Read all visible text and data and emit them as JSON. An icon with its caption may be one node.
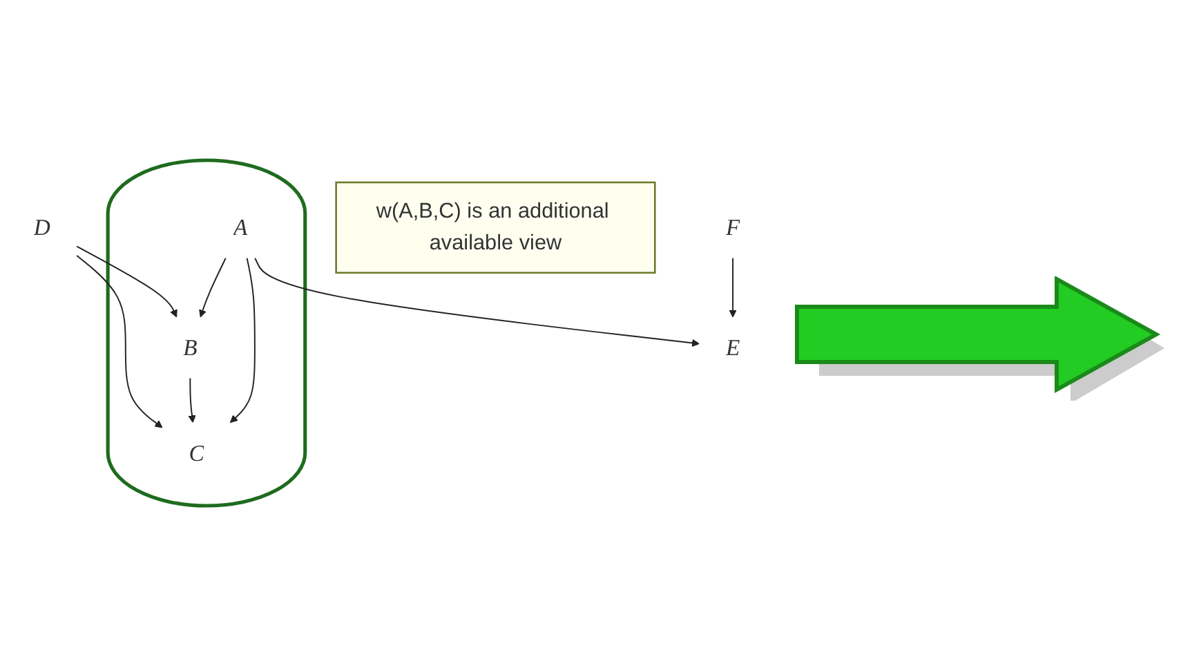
{
  "diagram": {
    "nodes": [
      {
        "text": [
          "E"
        ]
      },
      {
        "text": [
          "F"
        ]
      },
      {
        "text": [],
        "shape": "ellipse"
      },
      {
        "text": [
          "A"
        ],
        "in": 2
      },
      {
        "text": [
          "B"
        ],
        "in": 2
      },
      {
        "text": [
          "C"
        ],
        "in": 2
      },
      {
        "text": [
          "D"
        ]
      },
      {
        "text": [
          "w(A,B,C) is an additional available view"
        ]
      }
    ],
    "edges": [
      {
        "from": 1,
        "to": 0,
        "arrow": "to"
      },
      {
        "from": 3,
        "to": 0,
        "arrow": "to"
      },
      {
        "from": 3,
        "to": 5,
        "arrow": "to"
      },
      {
        "from": 3,
        "to": 4,
        "arrow": "to"
      },
      {
        "from": 4,
        "to": 5,
        "arrow": "to"
      },
      {
        "from": 6,
        "to": 5,
        "arrow": "to"
      },
      {
        "from": 6,
        "to": 4,
        "arrow": "to"
      }
    ]
  }
}
